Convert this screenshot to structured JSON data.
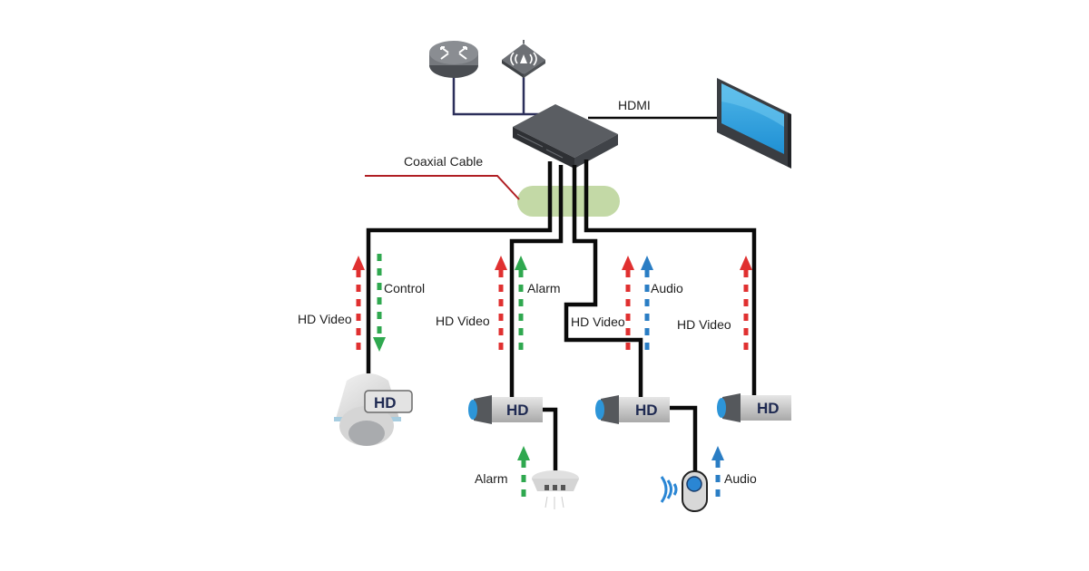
{
  "diagram": {
    "title": "HD Coaxial CCTV System Topology",
    "labels": {
      "hdmi": "HDMI",
      "coaxial_cable": "Coaxial Cable",
      "control": "Control",
      "hd_video": "HD Video",
      "alarm": "Alarm",
      "audio": "Audio",
      "hd_badge": "HD"
    },
    "nodes": [
      {
        "id": "router",
        "type": "network-router"
      },
      {
        "id": "wireless-ap",
        "type": "wireless-access-point"
      },
      {
        "id": "dvr",
        "type": "hd-coaxial-dvr"
      },
      {
        "id": "monitor",
        "type": "lcd-monitor"
      },
      {
        "id": "ptz-camera",
        "type": "hd-speed-dome",
        "badge": "HD"
      },
      {
        "id": "camera-2",
        "type": "hd-bullet-camera",
        "badge": "HD"
      },
      {
        "id": "camera-3",
        "type": "hd-bullet-camera",
        "badge": "HD"
      },
      {
        "id": "camera-4",
        "type": "hd-bullet-camera",
        "badge": "HD"
      },
      {
        "id": "smoke-detector",
        "type": "alarm-sensor"
      },
      {
        "id": "microphone",
        "type": "audio-pickup"
      }
    ],
    "links": [
      {
        "from": "router",
        "to": "dvr",
        "medium": "network"
      },
      {
        "from": "wireless-ap",
        "to": "dvr",
        "medium": "network"
      },
      {
        "from": "dvr",
        "to": "monitor",
        "medium": "HDMI"
      },
      {
        "from": "ptz-camera",
        "to": "dvr",
        "medium": "Coaxial Cable",
        "signals": [
          "HD Video",
          "Control"
        ]
      },
      {
        "from": "camera-2",
        "to": "dvr",
        "medium": "Coaxial Cable",
        "signals": [
          "HD Video",
          "Alarm"
        ]
      },
      {
        "from": "camera-3",
        "to": "dvr",
        "medium": "Coaxial Cable",
        "signals": [
          "HD Video",
          "Audio"
        ]
      },
      {
        "from": "camera-4",
        "to": "dvr",
        "medium": "Coaxial Cable",
        "signals": [
          "HD Video"
        ]
      },
      {
        "from": "smoke-detector",
        "to": "camera-2",
        "signals": [
          "Alarm"
        ]
      },
      {
        "from": "microphone",
        "to": "camera-3",
        "signals": [
          "Audio"
        ]
      }
    ],
    "colors": {
      "hd_video": "#e03030",
      "control": "#2fa84f",
      "alarm": "#2fa84f",
      "audio": "#2a7dc4",
      "coax": "#0a0a0a",
      "network": "#2c2f5a",
      "callout": "#b01e23",
      "bundle": "#c3d9a6"
    }
  }
}
